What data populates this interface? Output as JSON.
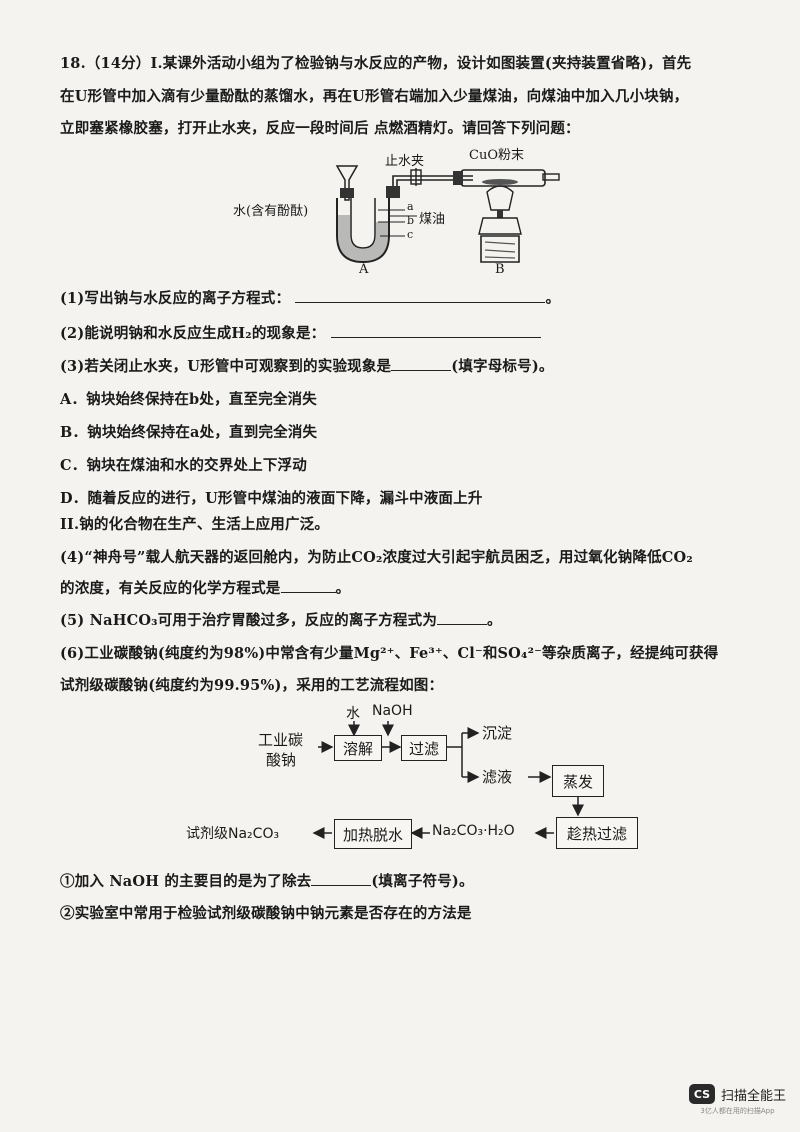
{
  "question": {
    "header_l1": "18.（14分）I.某课外活动小组为了检验钠与水反应的产物，设计如图装置(夹持装置省略)，首先",
    "header_l2": "在U形管中加入滴有少量酚酞的蒸馏水，再在U形管右端加入少量煤油，向煤油中加入几小块钠，",
    "header_l3": "立即塞紧橡胶塞，打开止水夹，反应一段时间后  点燃酒精灯。请回答下列问题："
  },
  "apparatus": {
    "label_clamp": "止水夹",
    "label_cuo": "CuO粉末",
    "label_water": "水(含有酚酞)",
    "label_kerosene": "煤油",
    "label_a": "a",
    "label_b": "b",
    "label_c": "c",
    "label_A": "A",
    "label_B": "B"
  },
  "items": {
    "q1": "(1)写出钠与水反应的离子方程式：",
    "q2": "(2)能说明钠和水反应生成H₂的现象是：",
    "q3a": "(3)若关闭止水夹，U形管中可观察到的实验现象是",
    "q3b": "(填字母标号)。",
    "optA": "A．钠块始终保持在b处，直至完全消失",
    "optB": "B．钠块始终保持在a处，直到完全消失",
    "optC": "C．钠块在煤油和水的交界处上下浮动",
    "optD": "D．随着反应的进行，U形管中煤油的液面下降，漏斗中液面上升",
    "part2": "II.钠的化合物在生产、生活上应用广泛。",
    "q4a": "(4)“神舟号”载人航天器的返回舱内，为防止CO₂浓度过大引起宇航员困乏，用过氧化钠降低CO₂",
    "q4b": "的浓度，有关反应的化学方程式是",
    "q5a": "(5) NaHCO₃可用于治疗胃酸过多，反应的离子方程式为",
    "q6a": "(6)工业碳酸钠(纯度约为98%)中常含有少量Mg²⁺、Fe³⁺、Cl⁻和SO₄²⁻等杂质离子，经提纯可获得",
    "q6b": "试剂级碳酸钠(纯度约为99.95%)，采用的工艺流程如图：",
    "sub1a": "①加入 NaOH 的主要目的是为了除去",
    "sub1b": "(填离子符号)。",
    "sub2": "②实验室中常用于检验试剂级碳酸钠中钠元素是否存在的方法是"
  },
  "flow": {
    "raw_l1": "工业碳",
    "raw_l2": "酸钠",
    "in_water": "水",
    "in_naoh": "NaOH",
    "dissolve": "溶解",
    "filter": "过滤",
    "precipitate": "沉淀",
    "filtrate": "滤液",
    "evaporate": "蒸发",
    "hot_filter": "趁热过滤",
    "hydrate": "Na₂CO₃·H₂O",
    "heat_dehydrate": "加热脱水",
    "product": "试剂级Na₂CO₃"
  },
  "watermark": {
    "logo": "CS",
    "title": "扫描全能王",
    "subtitle": "3亿人都在用的扫描App"
  }
}
